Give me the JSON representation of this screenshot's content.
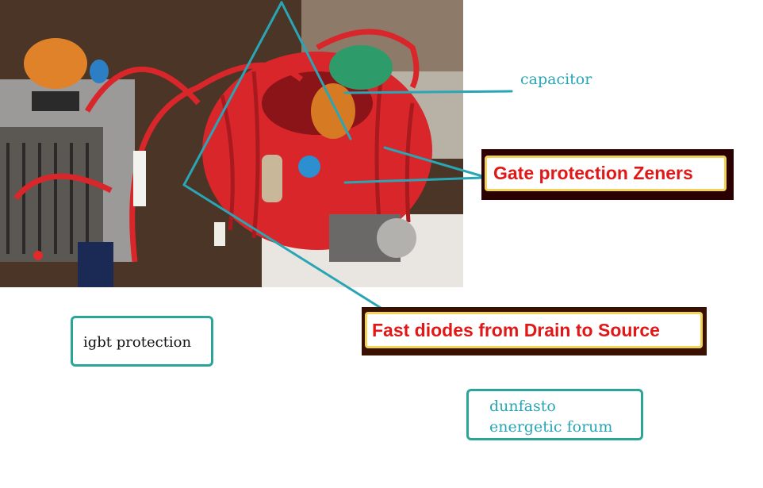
{
  "labels": {
    "capacitor": "capacitor",
    "gate_zeners": "Gate protection Zeners",
    "fast_diodes": "Fast diodes from Drain to Source",
    "igbt": "igbt protection",
    "forum": "dunfasto energetic forum"
  },
  "colors": {
    "pointer": "#2aa5b5",
    "callout_text": "#e01818",
    "callout_border": "#f2d35a",
    "box_border": "#2aa597"
  }
}
